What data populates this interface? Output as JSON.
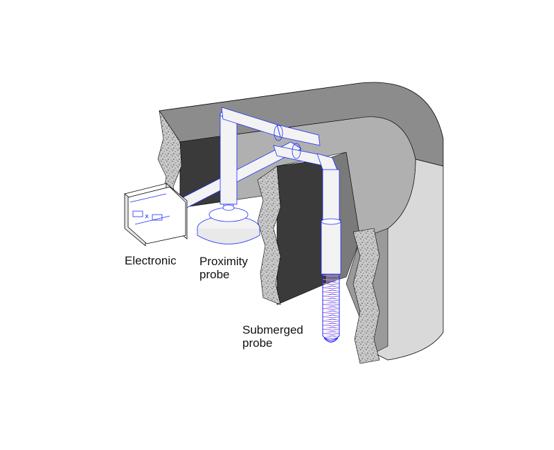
{
  "labels": {
    "electronic": "Electronic",
    "proximity_line1": "Proximity",
    "proximity_line2": "probe",
    "submerged_line1": "Submerged",
    "submerged_line2": "probe"
  },
  "colors": {
    "wall_top": "#8c8c8c",
    "wall_inner": "#6f6f6f",
    "wall_dark": "#3a3a3a",
    "wall_outer": "#d9d9d9",
    "concrete": "#b8b8b8",
    "pipe": "#f3f3f3",
    "pipe_outline": "#1a2cff",
    "coil": "#b27adb"
  }
}
